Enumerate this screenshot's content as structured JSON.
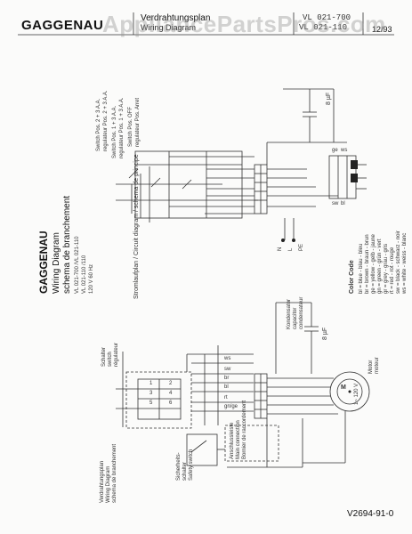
{
  "header": {
    "brand": "GAGGENAU",
    "title": "Verdrahtungsplan",
    "subtitle": "Wiring Diagram",
    "code_1": "VL 021-700",
    "code_2": "VL 021-110",
    "date": "12/93"
  },
  "watermark": "AppliancePartsPros.com",
  "title_block": {
    "brand": "GAGGENAU",
    "line_1": "Wiring Diagram",
    "line_2": "schema de branchement",
    "model_1": "VL 021-700 /VL 021-110",
    "model_2": "VL 021-110 /110",
    "voltage": "120 V 60 Hz"
  },
  "upper_circuit": {
    "switch_label_1": "Switch  Pos. 2 + 3  A.A.",
    "switch_label_2": "regulateur Pos. 2 + 3  A.A.",
    "switch_label_3": "Switch  Pos. 1 + 3  A.A.",
    "switch_label_4": "regulateur Pos. 1 + 3  A.A.",
    "switch_label_5": "Switch  Pos. OFF",
    "switch_label_6": "regulateur Pos. Arret",
    "capacitor_value": "8 µF",
    "heater_labels": [
      "ge",
      "ws",
      "sw",
      "bl"
    ],
    "power_label": "Stromlaufplan / Circuit diagram / schema de principe",
    "line_labels": [
      "N",
      "L",
      "PE"
    ]
  },
  "color_code": {
    "title": "Color Code",
    "rows": [
      "bl = blue  - blau  - bleu",
      "br = brown - braun - brun",
      "ge = yellow - gelb - jaune",
      "gn = green - grün - vert",
      "gr = grey - grau - gris",
      "rt = red - rot - rouge",
      "sw = black - schwarz - noir",
      "ws = white - weiss - blanc"
    ]
  },
  "lower_circuit": {
    "regulator_label_1": "Schalter",
    "regulator_label_2": "switch",
    "regulator_label_3": "régulateur",
    "capacitor_label_1": "Kondensator",
    "capacitor_label_2": "capacitor",
    "capacitor_label_3": "condensateur",
    "capacitor_value": "8 µF",
    "motor_label": "Motor",
    "motor_label_2": "moteur",
    "motor_symbol": "M",
    "motor_spec": "1~ 120 V",
    "wire_labels": [
      "ws",
      "sw",
      "br",
      "bl",
      "rt",
      "gn/ge"
    ],
    "reg_terminals": [
      "1",
      "2",
      "3",
      "4",
      "5",
      "6"
    ],
    "safety_label_1": "Sicherheits-",
    "safety_label_2": "schalter",
    "safety_label_3": "Safety switch",
    "ground_label_1": "Anschlussleiste",
    "ground_label_2": "Main connection",
    "ground_label_3": "Bornier de raccordement",
    "bottom_label_1": "Verdrahtungsplan",
    "bottom_label_2": "Wiring Diagram",
    "bottom_label_3": "schema de branchement"
  },
  "document_number": "V2694-91-0"
}
